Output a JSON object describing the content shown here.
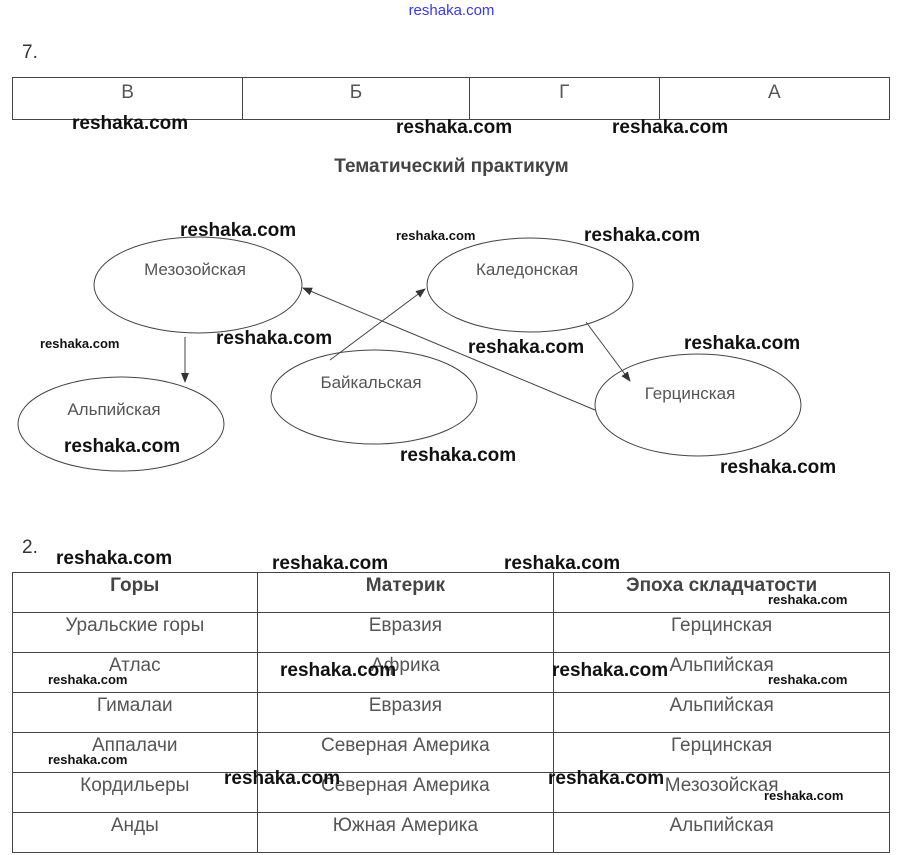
{
  "header": {
    "site": "reshaka.com"
  },
  "task7": {
    "number": "7.",
    "answers": [
      "В",
      "Б",
      "Г",
      "А"
    ]
  },
  "section_title": "Тематический практикум",
  "diagram": {
    "nodes": {
      "mesozoic": "Мезозойская",
      "caledonian": "Каледонская",
      "alpine": "Альпийская",
      "baikal": "Байкальская",
      "hercynian": "Герцинская"
    }
  },
  "task2": {
    "number": "2.",
    "headers": [
      "Горы",
      "Материк",
      "Эпоха складчатости"
    ],
    "rows": [
      [
        "Уральские горы",
        "Евразия",
        "Герцинская"
      ],
      [
        "Атлас",
        "Африка",
        "Альпийская"
      ],
      [
        "Гималаи",
        "Евразия",
        "Альпийская"
      ],
      [
        "Аппалачи",
        "Северная Америка",
        "Герцинская"
      ],
      [
        "Кордильеры",
        "Северная Америка",
        "Мезозойская"
      ],
      [
        "Анды",
        "Южная Америка",
        "Альпийская"
      ]
    ]
  },
  "watermark": "reshaka.com"
}
